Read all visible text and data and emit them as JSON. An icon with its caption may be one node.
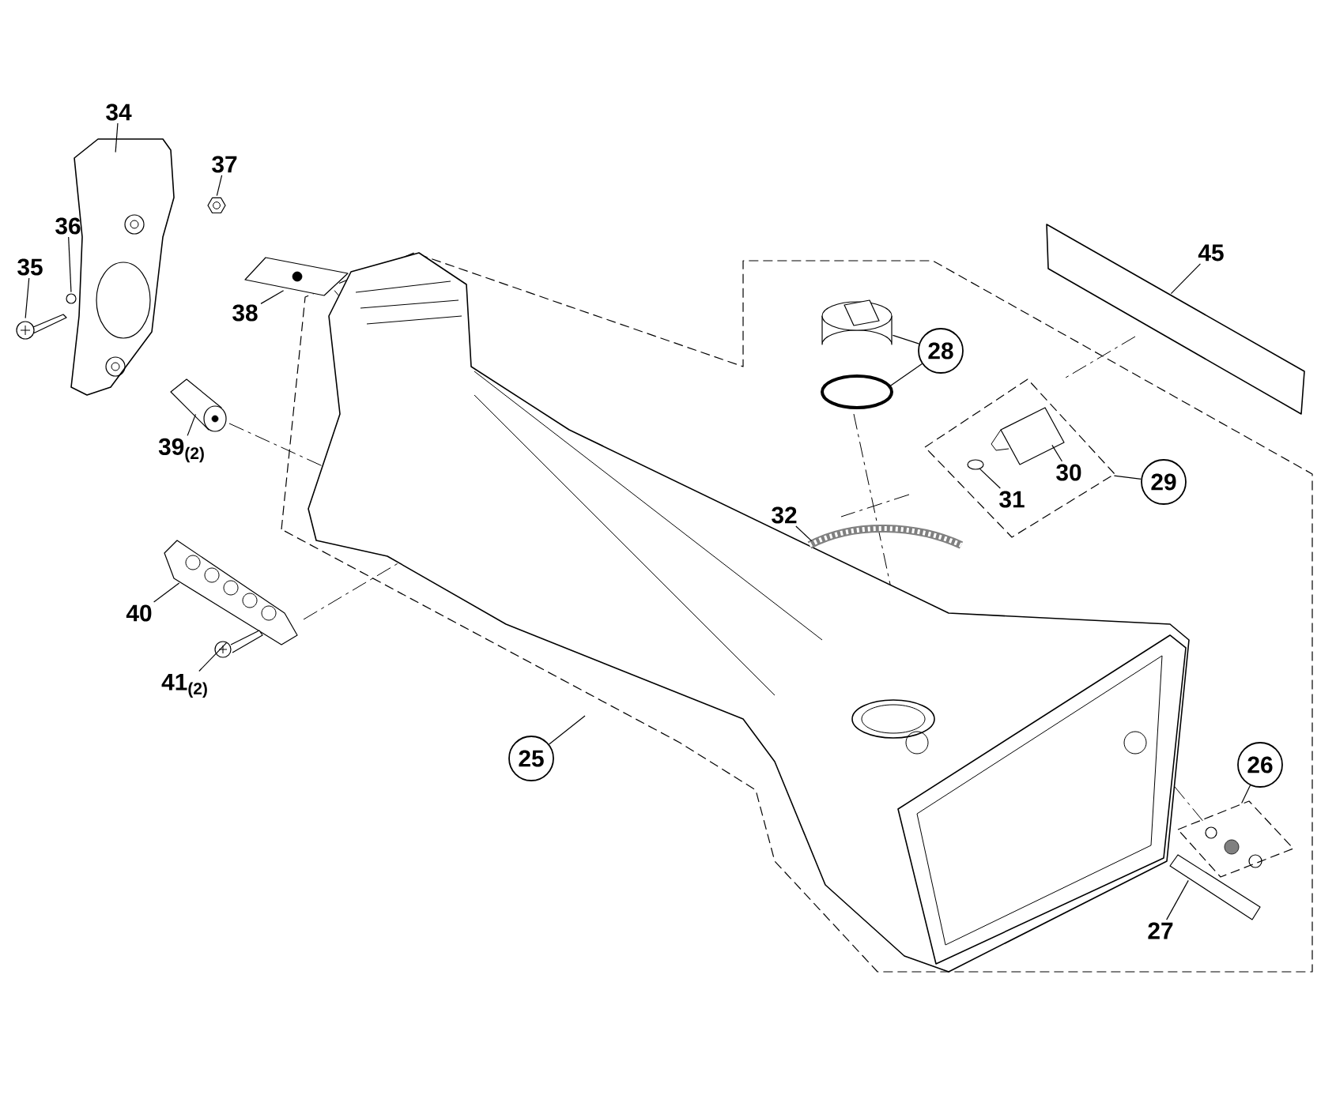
{
  "diagram": {
    "nodes": [
      {
        "text": [
          "34"
        ]
      },
      {
        "text": [
          "37"
        ]
      },
      {
        "text": [
          "36"
        ]
      },
      {
        "text": [
          "35"
        ]
      },
      {
        "text": [
          "38"
        ]
      },
      {
        "text": [
          "45"
        ]
      },
      {
        "text": [
          "28"
        ]
      },
      {
        "text": [
          "39$_{(2)}$"
        ]
      },
      {
        "text": [
          "30"
        ],
        "in": 26
      },
      {
        "text": [
          "29"
        ]
      },
      {
        "text": [
          "31"
        ],
        "in": 26
      },
      {
        "text": [
          "32"
        ]
      },
      {
        "text": [
          "40"
        ]
      },
      {
        "text": [
          "41$_{(2)}$"
        ]
      },
      {
        "text": [
          "25"
        ]
      },
      {
        "text": [
          "26"
        ]
      },
      {
        "text": [
          "27"
        ]
      },
      {
        "text": [],
        "shape": "picture"
      },
      {
        "text": [],
        "shape": "picture"
      },
      {
        "text": [],
        "shape": "circle"
      },
      {
        "text": [],
        "shape": "picture"
      },
      {
        "text": [],
        "shape": "picture"
      },
      {
        "text": [],
        "shape": "picture"
      },
      {
        "text": [],
        "shape": "picture"
      },
      {
        "text": [],
        "shape": "circle"
      },
      {
        "text": [],
        "shape": "picture"
      },
      {
        "text": [],
        "shape": "box"
      },
      {
        "text": [],
        "shape": "picture",
        "in": 26
      },
      {
        "text": [],
        "shape": "circle",
        "in": 26
      },
      {
        "text": [],
        "shape": "picture"
      },
      {
        "text": [],
        "shape": "picture"
      },
      {
        "text": [],
        "shape": "picture"
      },
      {
        "text": [],
        "shape": "box"
      },
      {
        "text": [],
        "shape": "picture"
      }
    ],
    "edges": [
      {
        "from": 0,
        "to": 17,
        "arrow": "none"
      },
      {
        "from": 1,
        "to": 18,
        "arrow": "none"
      },
      {
        "from": 2,
        "to": 19,
        "arrow": "none"
      },
      {
        "from": 3,
        "to": 20,
        "arrow": "none"
      },
      {
        "from": 4,
        "to": 21,
        "arrow": "none"
      },
      {
        "from": 5,
        "to": 22,
        "arrow": "none"
      },
      {
        "from": 6,
        "to": 23,
        "arrow": "none"
      },
      {
        "from": 6,
        "to": 24,
        "arrow": "none"
      },
      {
        "from": 7,
        "to": 25,
        "arrow": "none"
      },
      {
        "from": 8,
        "to": 27,
        "arrow": "none"
      },
      {
        "from": 9,
        "to": 26,
        "arrow": "none"
      },
      {
        "from": 10,
        "to": 28,
        "arrow": "none"
      },
      {
        "from": 11,
        "to": 29,
        "arrow": "none"
      },
      {
        "from": 12,
        "to": 30,
        "arrow": "none"
      },
      {
        "from": 13,
        "to": 31,
        "arrow": "none"
      },
      {
        "from": 14,
        "to": null,
        "arrow": "none"
      },
      {
        "from": 15,
        "to": 32,
        "arrow": "none"
      },
      {
        "from": 16,
        "to": 33,
        "arrow": "none"
      }
    ]
  }
}
